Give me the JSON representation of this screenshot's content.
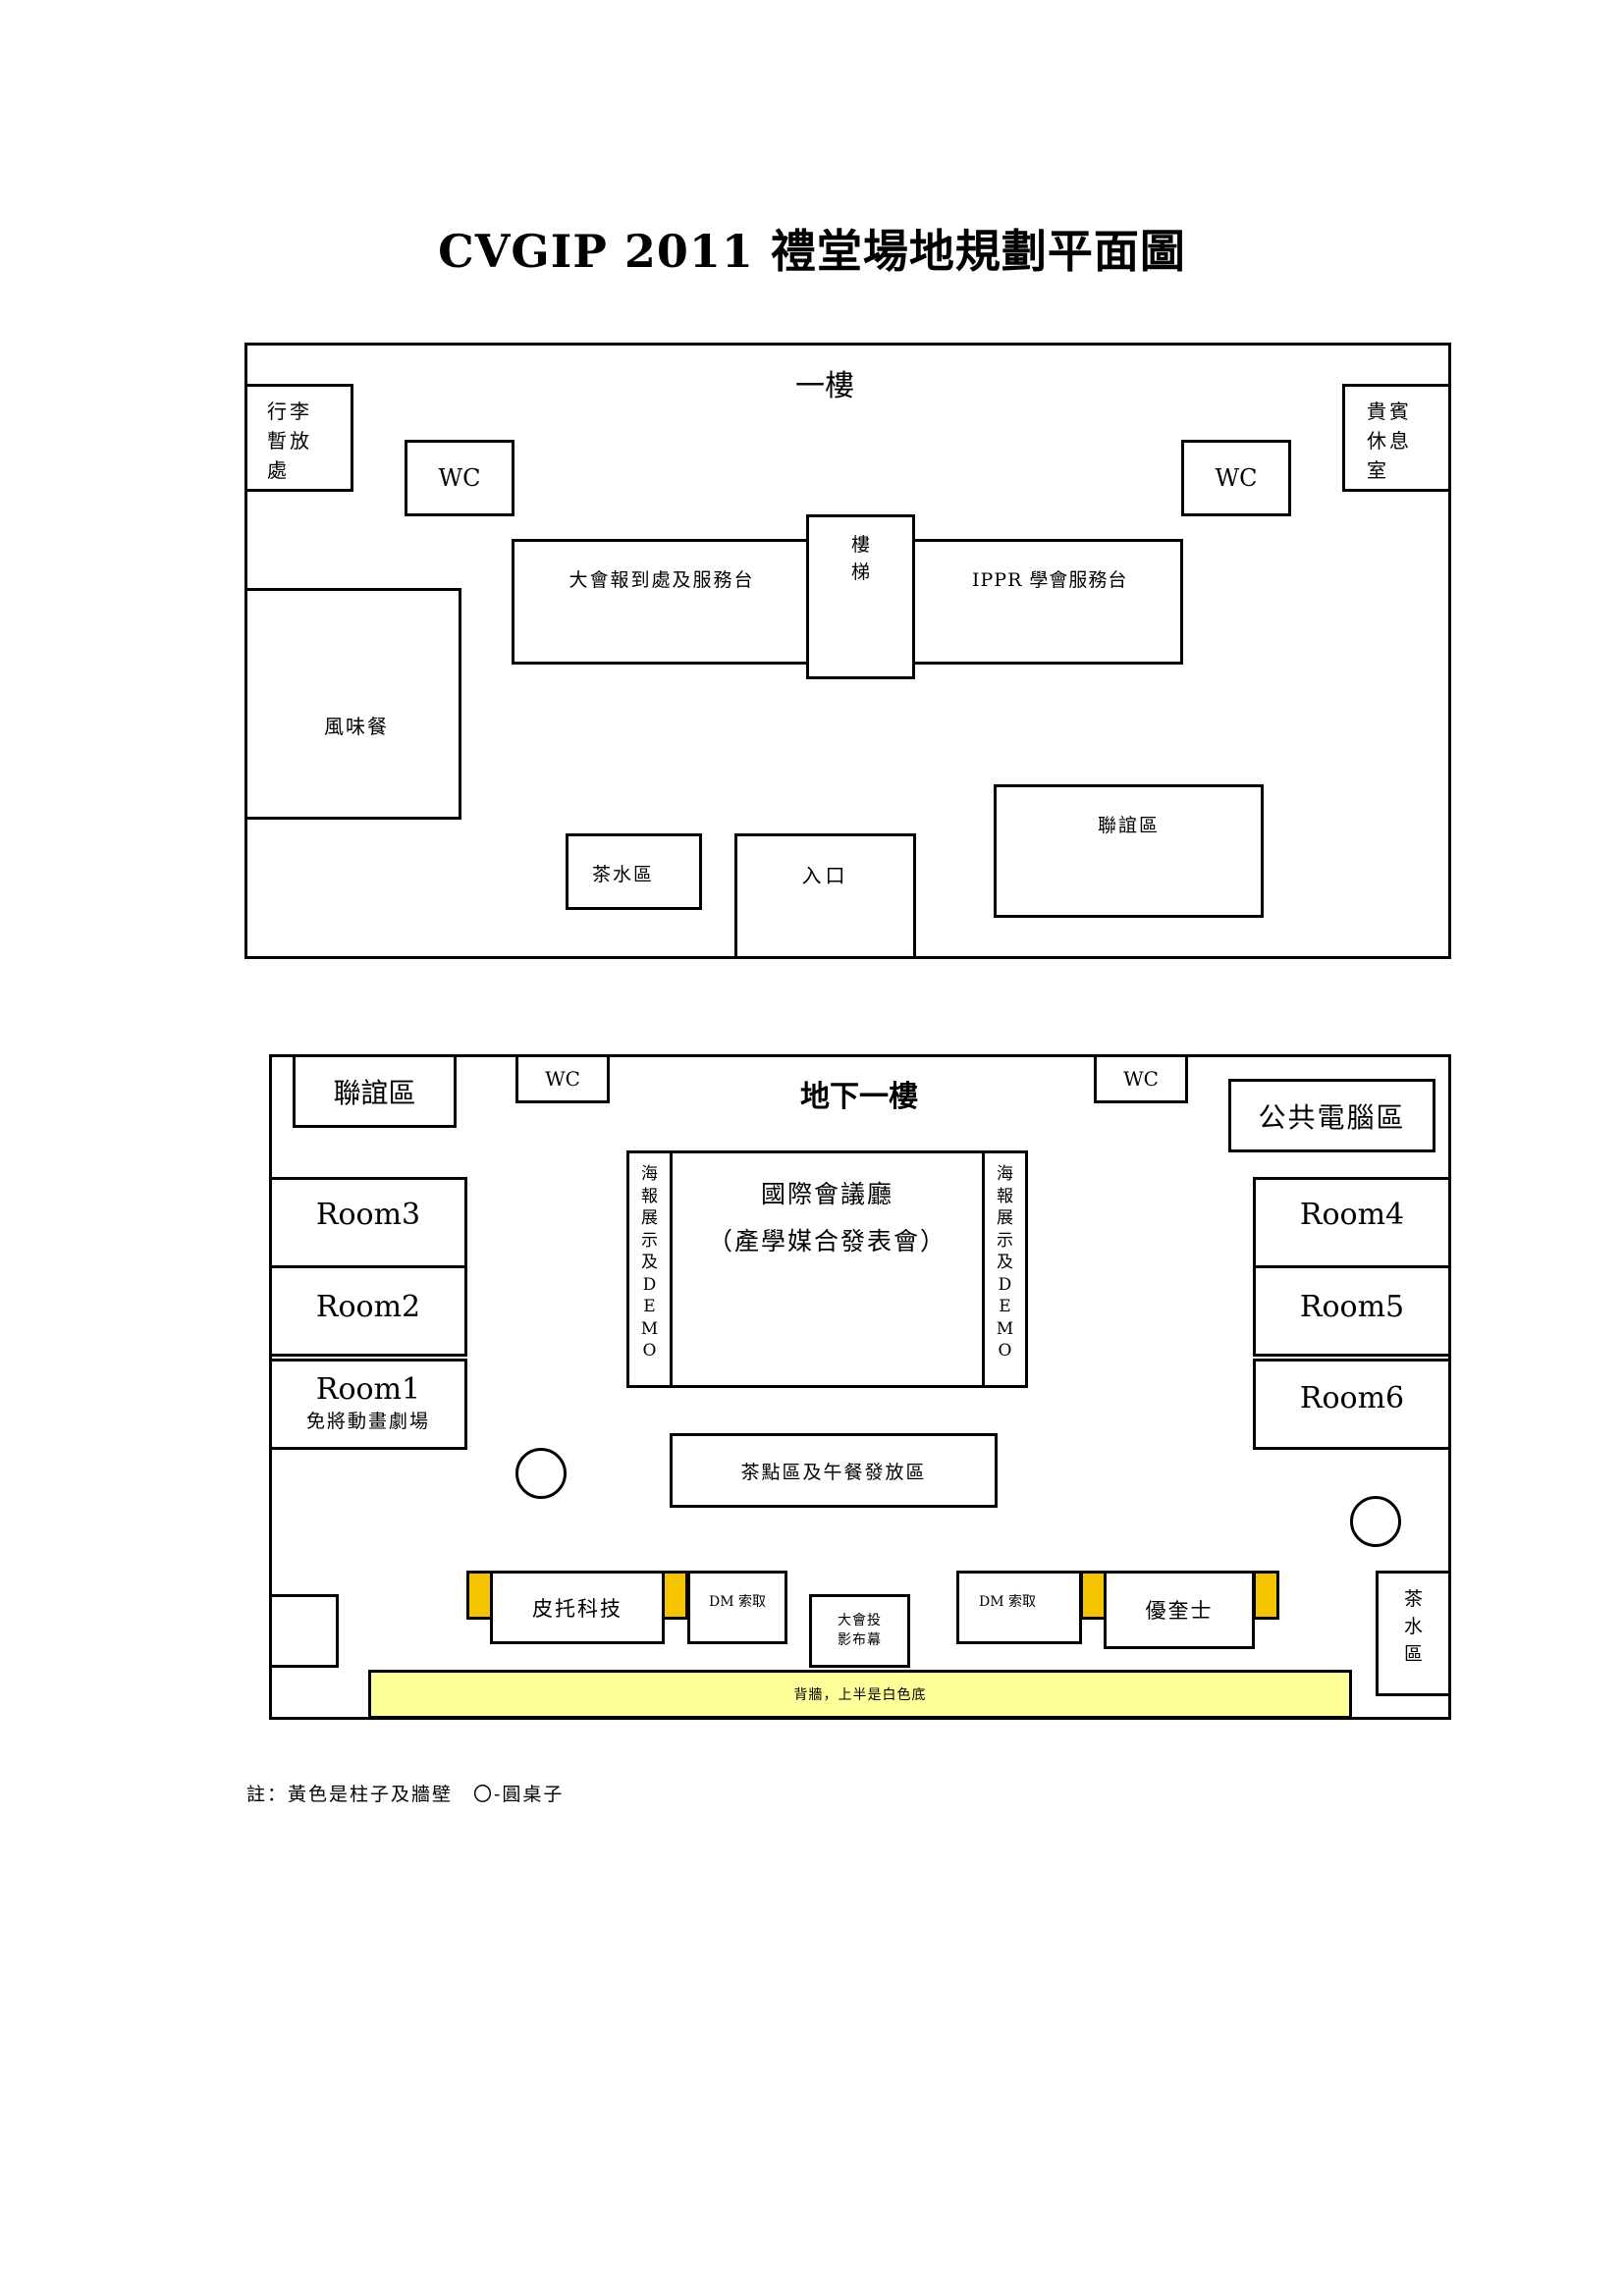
{
  "title": "CVGIP 2011 禮堂場地規劃平面圖",
  "floor1": {
    "label": "一樓",
    "luggage": "行李暫放處",
    "vip_lounge": "貴賓休息室",
    "wc_left": "WC",
    "wc_right": "WC",
    "registration": "大會報到處及服務台",
    "stairs": "樓梯",
    "ippr_desk": "IPPR 學會服務台",
    "food": "風味餐",
    "tea": "茶水區",
    "entrance": "入口",
    "social": "聯誼區"
  },
  "floor_b1": {
    "label": "地下一樓",
    "social": "聯誼區",
    "wc_left": "WC",
    "wc_right": "WC",
    "public_pc": "公共電腦區",
    "room3": "Room3",
    "room2": "Room2",
    "room1": "Room1",
    "room1_sub": "免將動畫劇場",
    "room4": "Room4",
    "room5": "Room5",
    "room6": "Room6",
    "hall_title": "國際會議廳",
    "hall_sub": "（產學媒合發表會）",
    "poster_left": "海報展示及DEMO",
    "poster_right": "海報展示及DEMO",
    "snack": "茶點區及午餐發放區",
    "sponsor_left": "皮托科技",
    "dm_left": "DM 索取",
    "projection": "大會投影布幕",
    "dm_right": "DM 索取",
    "sponsor_right": "優奎士",
    "tea": "茶水區",
    "back_wall": "背牆，上半是白色底"
  },
  "note": "註：黃色是柱子及牆壁　〇-圓桌子"
}
